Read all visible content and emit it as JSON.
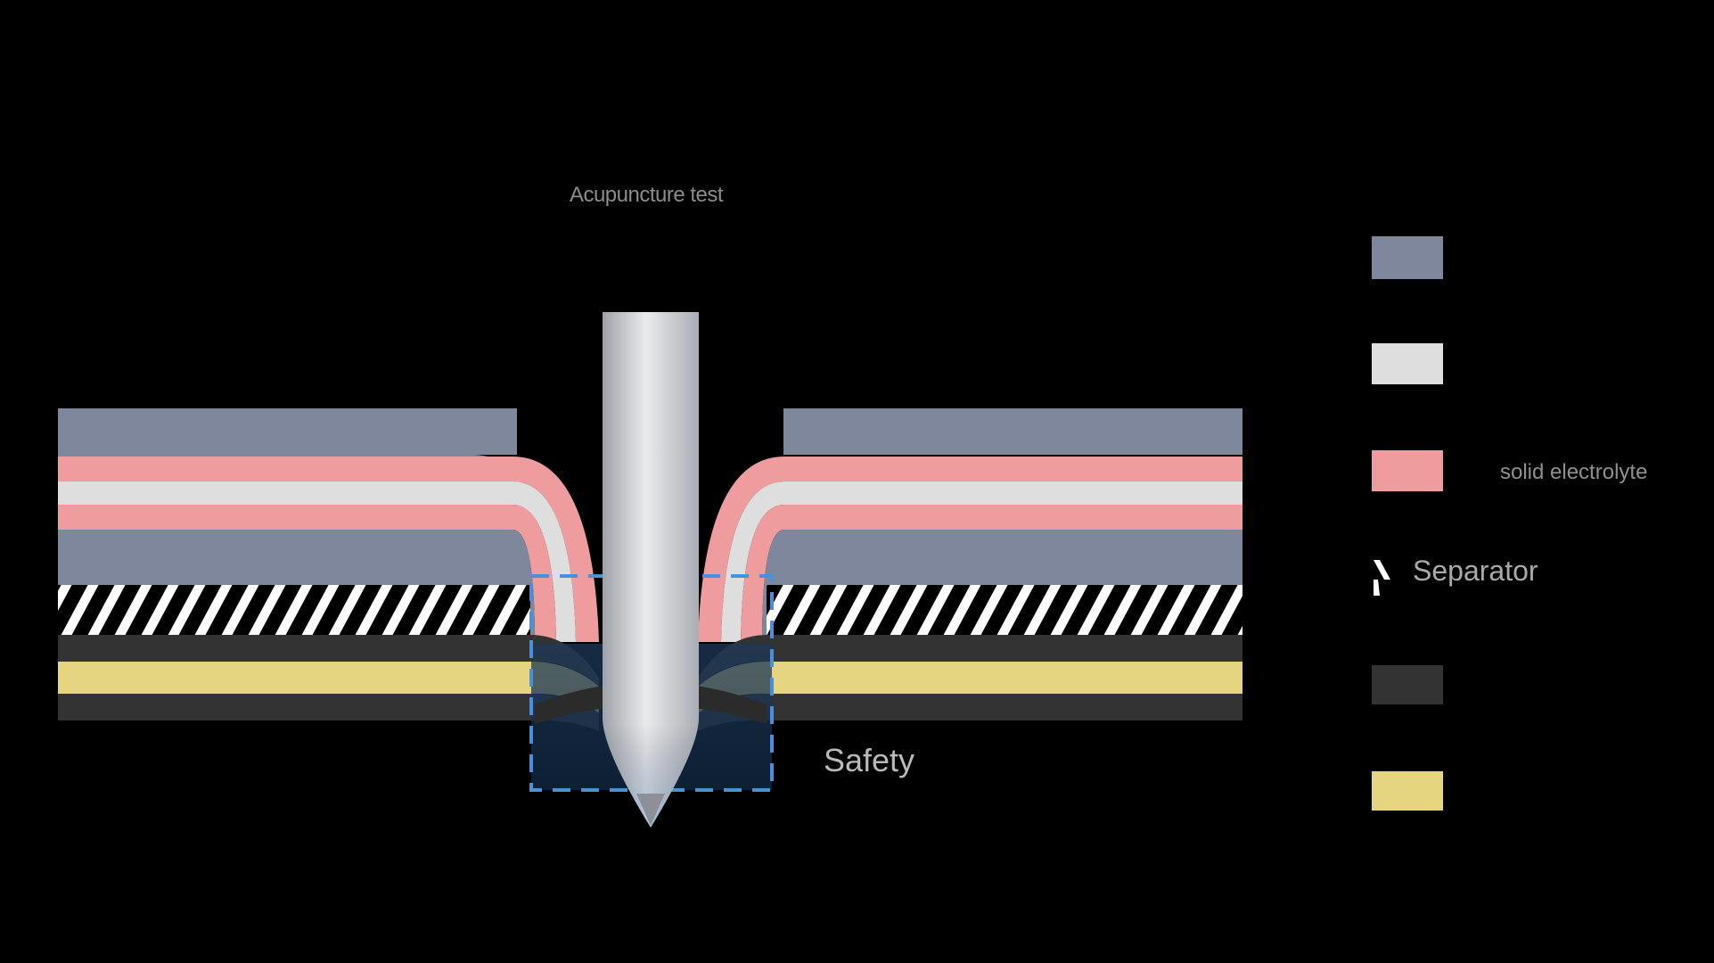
{
  "diagram": {
    "title": "Acupuncture test",
    "safety_label": "Safety"
  },
  "colors": {
    "background": "#000000",
    "slate": "#7e879c",
    "white_layer": "#dedede",
    "pink": "#ee9c9e",
    "dark_gray": "#333333",
    "yellow": "#e5d581",
    "needle": "#d0d2d6",
    "safety_box": "#4a8fd8",
    "safety_fill": "#1d3e63"
  },
  "legend": [
    {
      "color": "#7e879c",
      "label": ""
    },
    {
      "color": "#dedede",
      "label": ""
    },
    {
      "color": "#ee9c9e",
      "label": "solid electrolyte"
    },
    {
      "color": "#ffffff",
      "label": "Separator",
      "pattern": "hatched"
    },
    {
      "color": "#333333",
      "label": ""
    },
    {
      "color": "#e5d581",
      "label": ""
    }
  ]
}
